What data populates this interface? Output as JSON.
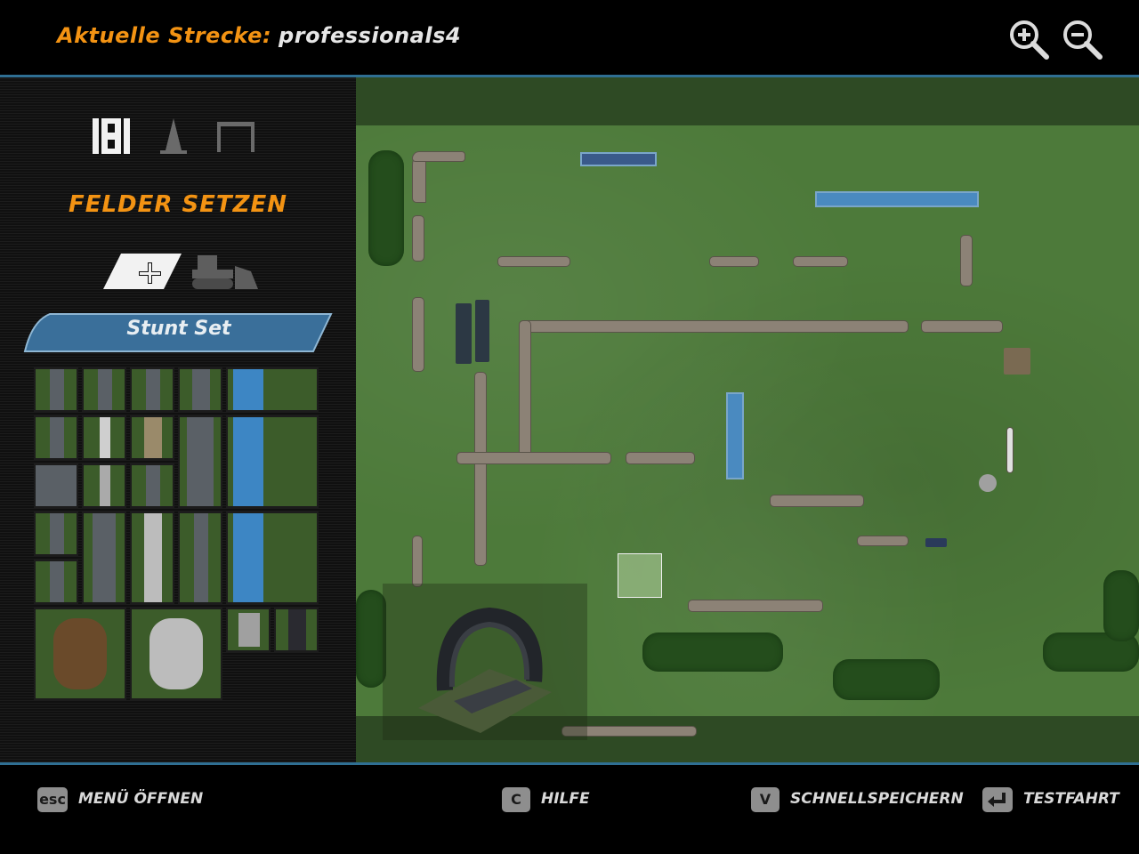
{
  "header": {
    "label": "Aktuelle Strecke:",
    "track_name": "professionals4",
    "zoom_in_icon": "zoom-in-icon",
    "zoom_out_icon": "zoom-out-icon"
  },
  "left_panel": {
    "categories": [
      "tiles-icon",
      "cone-icon",
      "gate-icon"
    ],
    "mode_title": "FELDER SETZEN",
    "modes": [
      "place-tile-icon",
      "bulldozer-icon"
    ],
    "set_name": "Stunt Set"
  },
  "footer": {
    "actions": [
      {
        "key": "esc",
        "label": "MENÜ ÖFFNEN"
      },
      {
        "key": "C",
        "label": "HILFE"
      },
      {
        "key": "V",
        "label": "SCHNELLSPEICHERN"
      },
      {
        "key": "enter-icon",
        "label": "TESTFAHRT"
      }
    ]
  },
  "colors": {
    "accent": "#f39313",
    "divider": "#2f6f93",
    "grass": "#4d7a3a",
    "water": "#4a8ac0"
  }
}
